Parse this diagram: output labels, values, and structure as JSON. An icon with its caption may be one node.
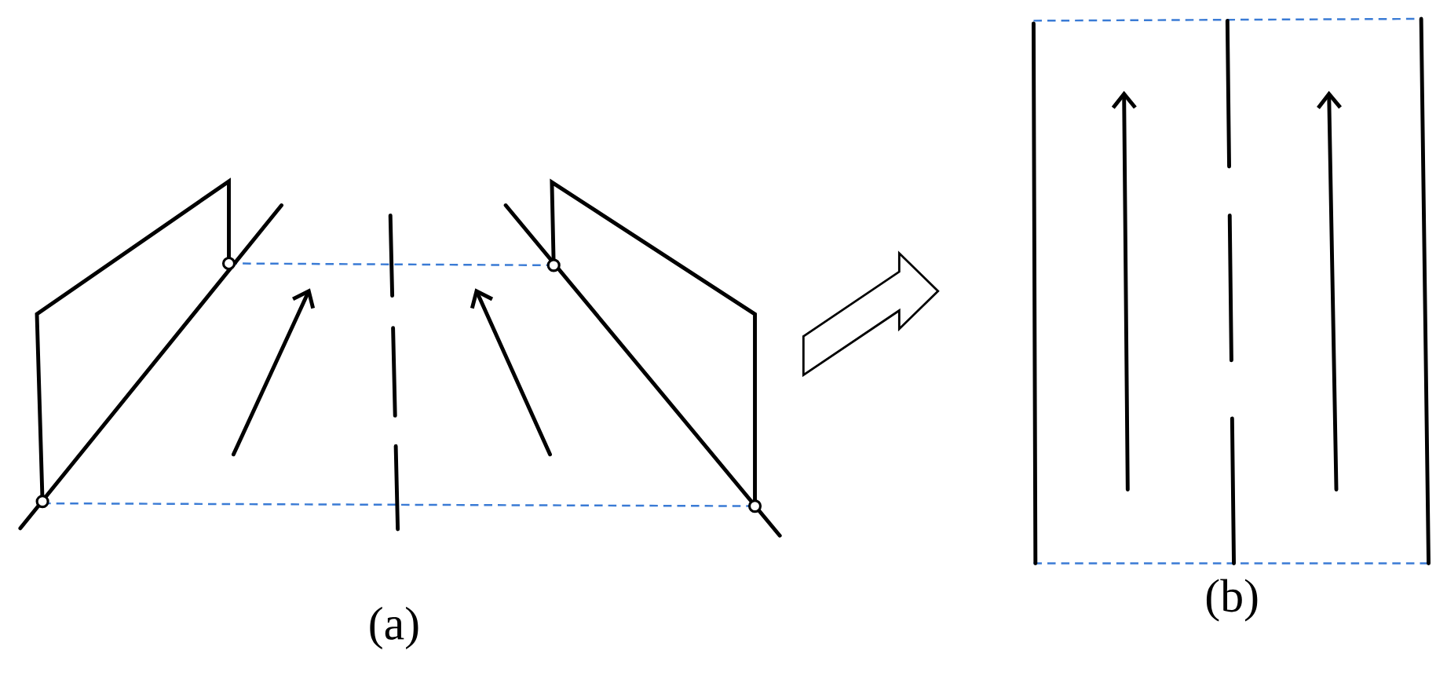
{
  "diagram": {
    "nodes": [
      {
        "text": [],
        "shape": "picture",
        "beside": [
          "(a)"
        ]
      },
      {
        "text": [],
        "shape": "picture",
        "beside": [
          "(b)"
        ]
      }
    ],
    "edges": [
      {
        "from": 0,
        "to": 1,
        "arrow": "to"
      }
    ]
  }
}
